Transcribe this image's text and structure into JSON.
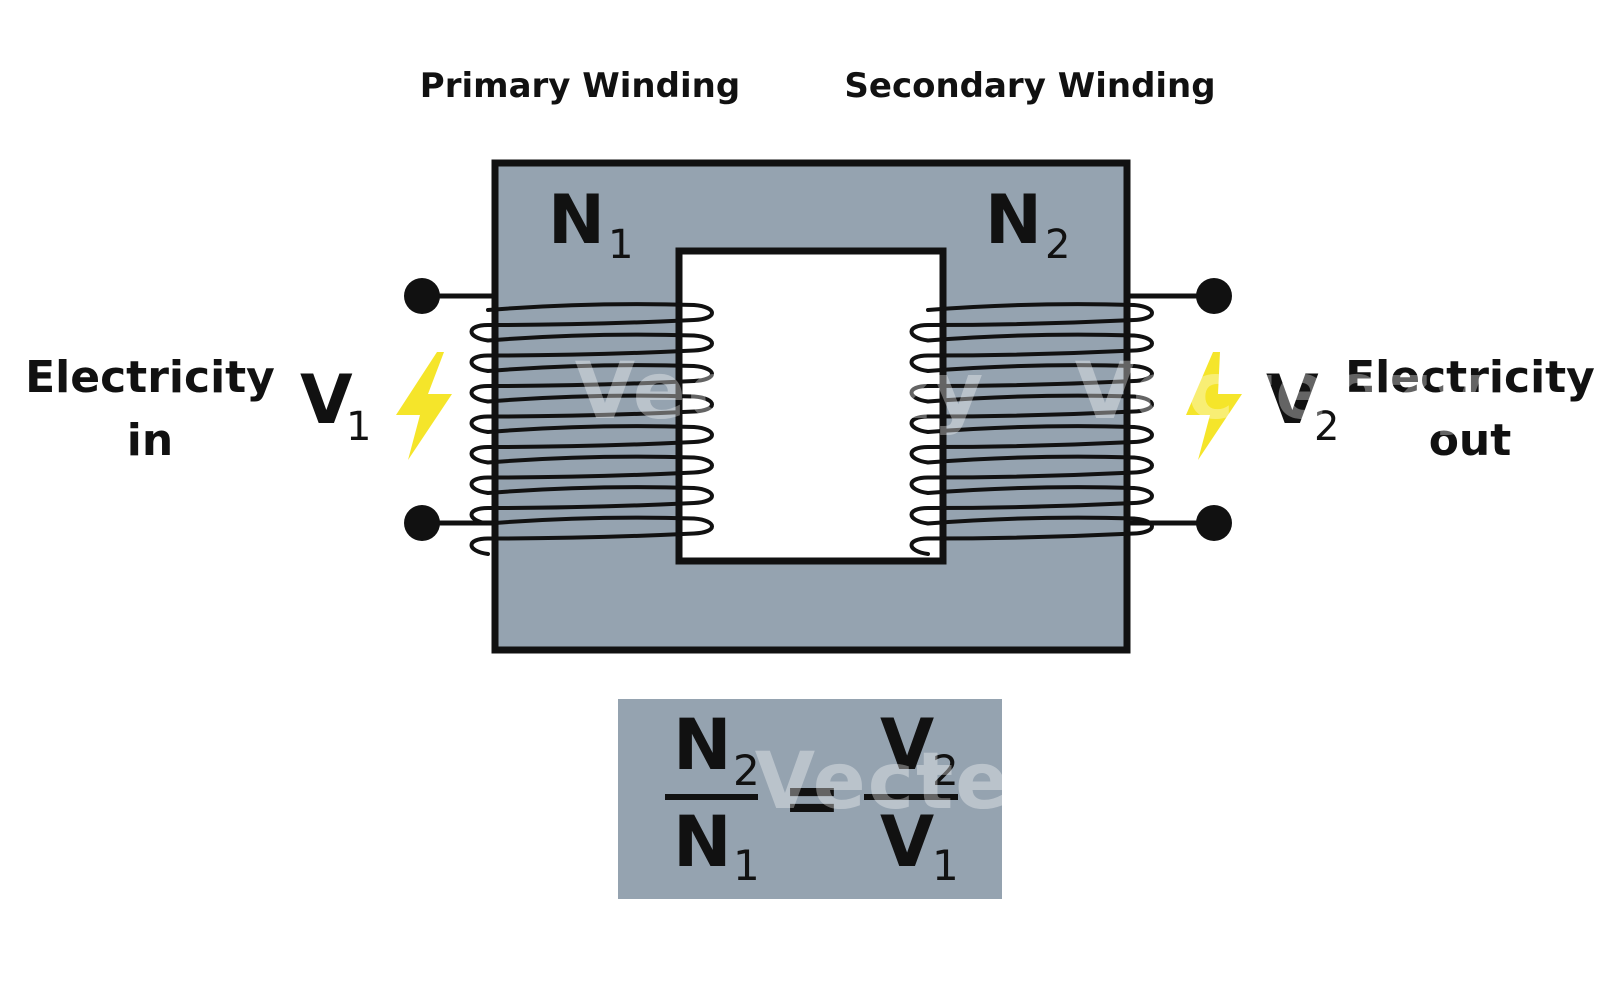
{
  "labels": {
    "primary_winding": "Primary Winding",
    "secondary_winding": "Secondary Winding",
    "input_line1": "Electricity",
    "input_line2": "in",
    "output_line1": "Electricity",
    "output_line2": "out"
  },
  "symbols": {
    "n1_letter": "N",
    "n1_sub": "1",
    "n2_letter": "N",
    "n2_sub": "2",
    "v1_letter": "V",
    "v1_sub": "1",
    "v2_letter": "V",
    "v2_sub": "2"
  },
  "formula": {
    "left_num_letter": "N",
    "left_num_sub": "2",
    "left_den_letter": "N",
    "left_den_sub": "1",
    "equals": "=",
    "right_num_letter": "V",
    "right_num_sub": "2",
    "right_den_letter": "V",
    "right_den_sub": "1"
  },
  "watermark": {
    "text": "Vecteezy"
  },
  "colors": {
    "core": "#95a3b0",
    "formula_box": "#95a3b0",
    "wire": "#111111",
    "bolt": "#f5e52a",
    "background": "#ffffff"
  },
  "icons": {
    "input_bolt": "lightning-bolt-icon",
    "output_bolt": "lightning-bolt-icon",
    "terminal": "terminal-dot-icon"
  }
}
